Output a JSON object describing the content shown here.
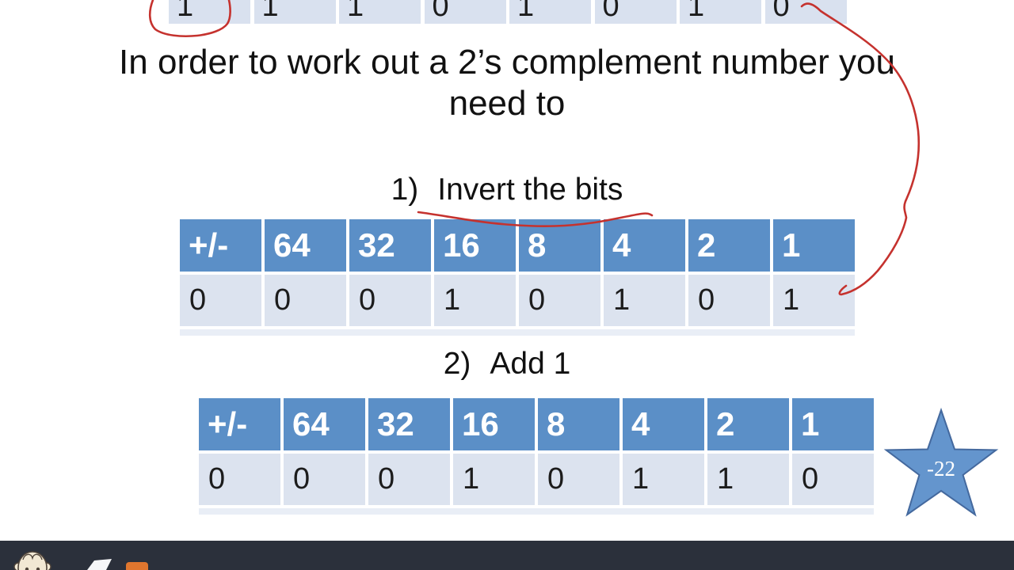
{
  "slide": {
    "title_line1": "In order to work out a 2’s complement number you",
    "title_line2": "need to",
    "step1": {
      "number": "1)",
      "label": "Invert the bits"
    },
    "step2": {
      "number": "2)",
      "label": "Add 1"
    },
    "top_row": {
      "values": [
        "1",
        "1",
        "1",
        "0",
        "1",
        "0",
        "1",
        "0"
      ]
    },
    "tables": {
      "invert": {
        "headers": [
          "+/-",
          "64",
          "32",
          "16",
          "8",
          "4",
          "2",
          "1"
        ],
        "row": [
          "0",
          "0",
          "0",
          "1",
          "0",
          "1",
          "0",
          "1"
        ]
      },
      "add": {
        "headers": [
          "+/-",
          "64",
          "32",
          "16",
          "8",
          "4",
          "2",
          "1"
        ],
        "row": [
          "0",
          "0",
          "0",
          "1",
          "0",
          "1",
          "1",
          "0"
        ]
      }
    },
    "star": {
      "label": "-22"
    },
    "colors": {
      "table_header_blue": "#5b8fc7",
      "table_row_light": "#dce3ef",
      "annotation_red": "#c5322e",
      "star_fill": "#6495cd",
      "star_stroke": "#44699e",
      "footer_bar": "#2b303b",
      "footer_orange": "#e0762e"
    }
  }
}
